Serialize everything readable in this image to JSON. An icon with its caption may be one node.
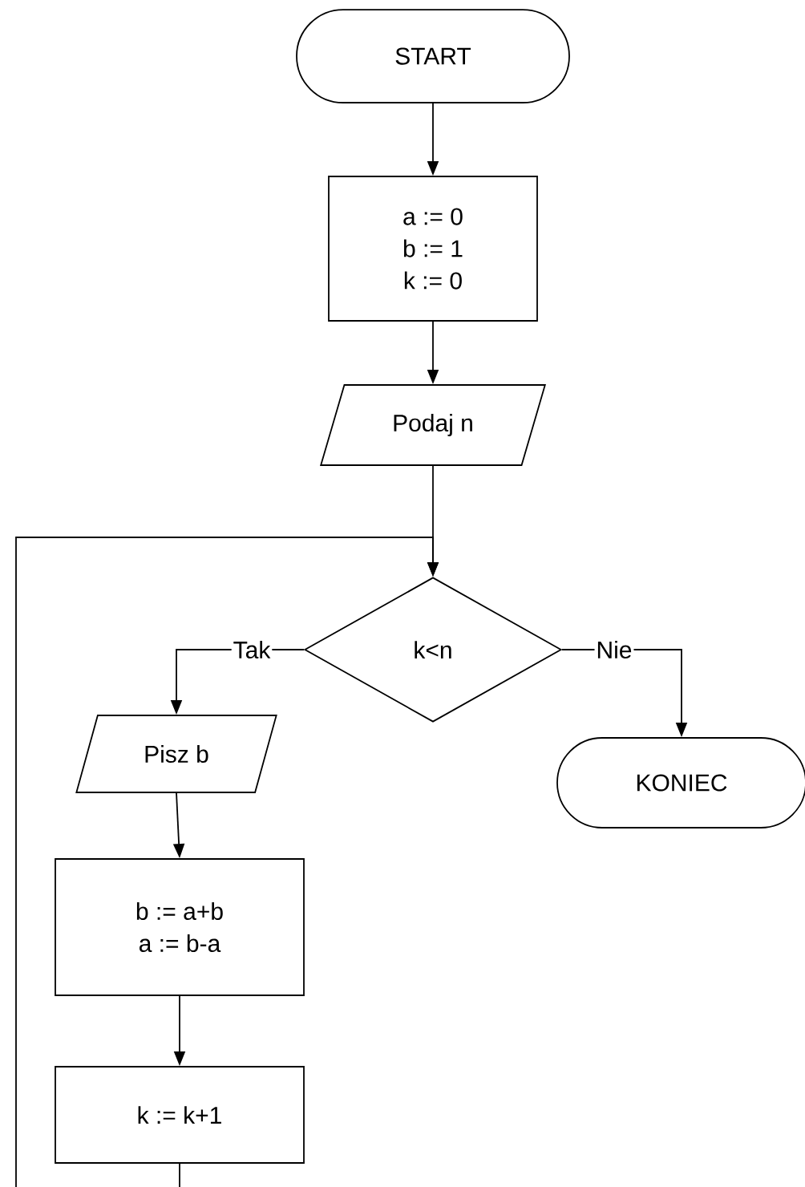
{
  "diagram": {
    "nodes": [
      {
        "text": [
          "START"
        ]
      },
      {
        "text": [
          "a := 0",
          "b := 1",
          "k := 0"
        ]
      },
      {
        "text": [
          "Podaj n"
        ]
      },
      {
        "text": [
          "k<n"
        ]
      },
      {
        "text": [
          "Pisz b"
        ]
      },
      {
        "text": [
          "KONIEC"
        ]
      },
      {
        "text": [
          "b := a+b",
          "a := b-a"
        ]
      },
      {
        "text": [
          "k := k+1"
        ]
      }
    ],
    "edges": [
      {
        "from": 0,
        "to": 1,
        "arrow": "to"
      },
      {
        "from": 1,
        "to": 2,
        "arrow": "to"
      },
      {
        "from": 2,
        "to": 3,
        "arrow": "to"
      },
      {
        "from": 3,
        "to": 4,
        "arrow": "to",
        "label": "Tak"
      },
      {
        "from": 3,
        "to": 5,
        "arrow": "to",
        "label": "Nie"
      },
      {
        "from": 4,
        "to": 6,
        "arrow": "to"
      },
      {
        "from": 6,
        "to": 7,
        "arrow": "to"
      },
      {
        "from": 7,
        "to": null,
        "arrow": "none"
      },
      {
        "from": null,
        "to": 3,
        "arrow": "to"
      }
    ]
  }
}
